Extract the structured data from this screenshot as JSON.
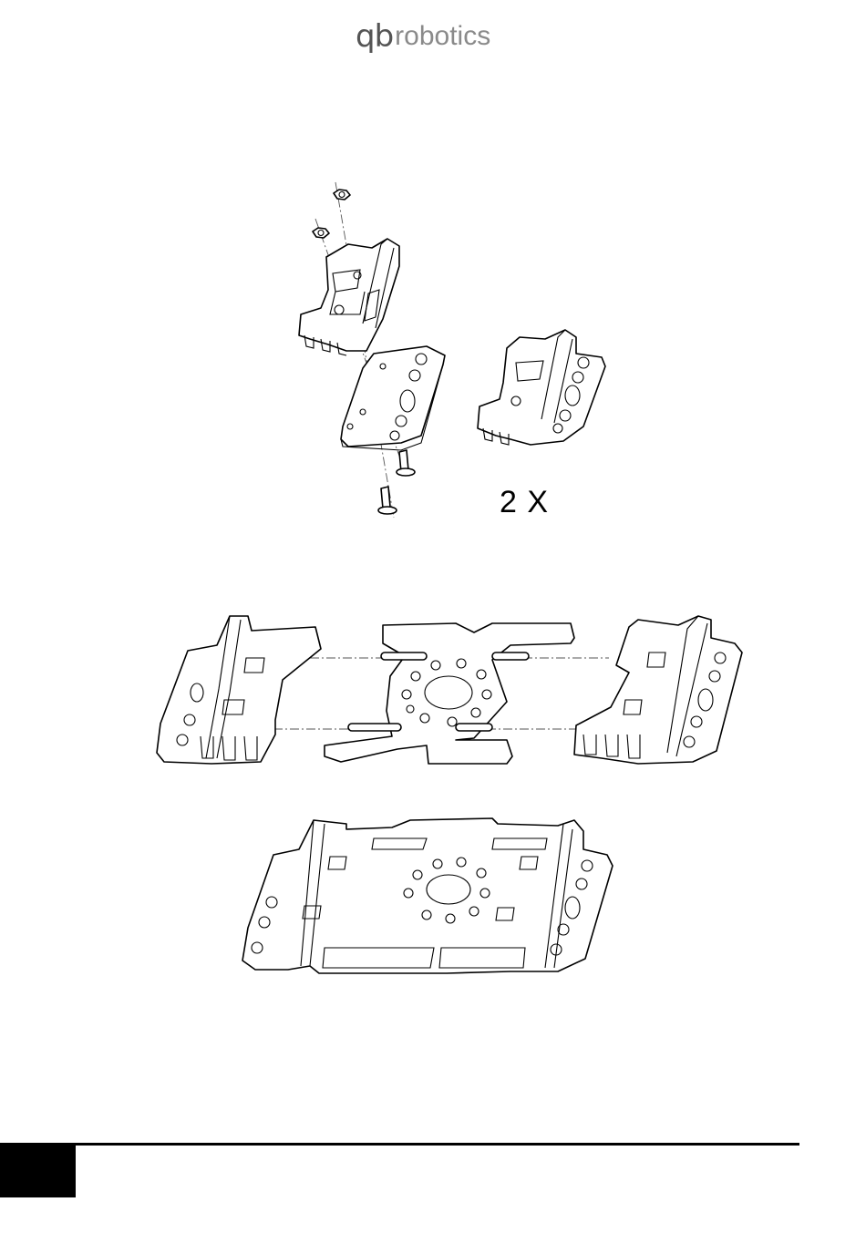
{
  "header": {
    "logo_mark": "qb",
    "logo_word": "robotics"
  },
  "step": {
    "quantity_label": "2 X"
  },
  "icons": {
    "hex_nut": "hex-nut-icon",
    "screw": "screw-icon"
  }
}
